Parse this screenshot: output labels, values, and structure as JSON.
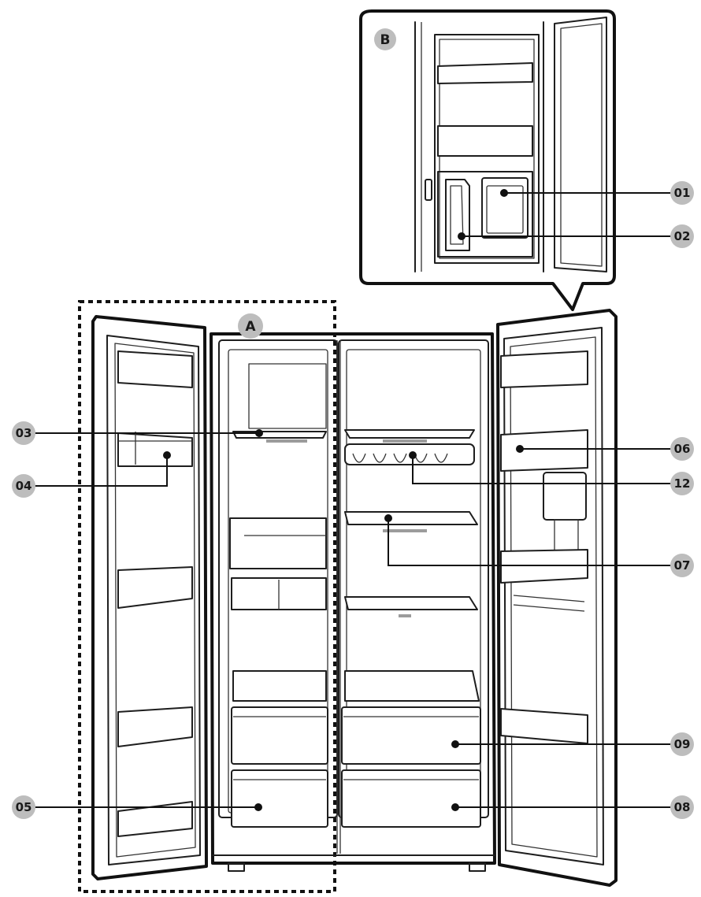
{
  "sections": {
    "a": "A",
    "b": "B"
  },
  "callouts": [
    {
      "id": "01"
    },
    {
      "id": "02"
    },
    {
      "id": "03"
    },
    {
      "id": "04"
    },
    {
      "id": "05"
    },
    {
      "id": "06"
    },
    {
      "id": "07"
    },
    {
      "id": "08"
    },
    {
      "id": "09"
    },
    {
      "id": "12"
    }
  ]
}
